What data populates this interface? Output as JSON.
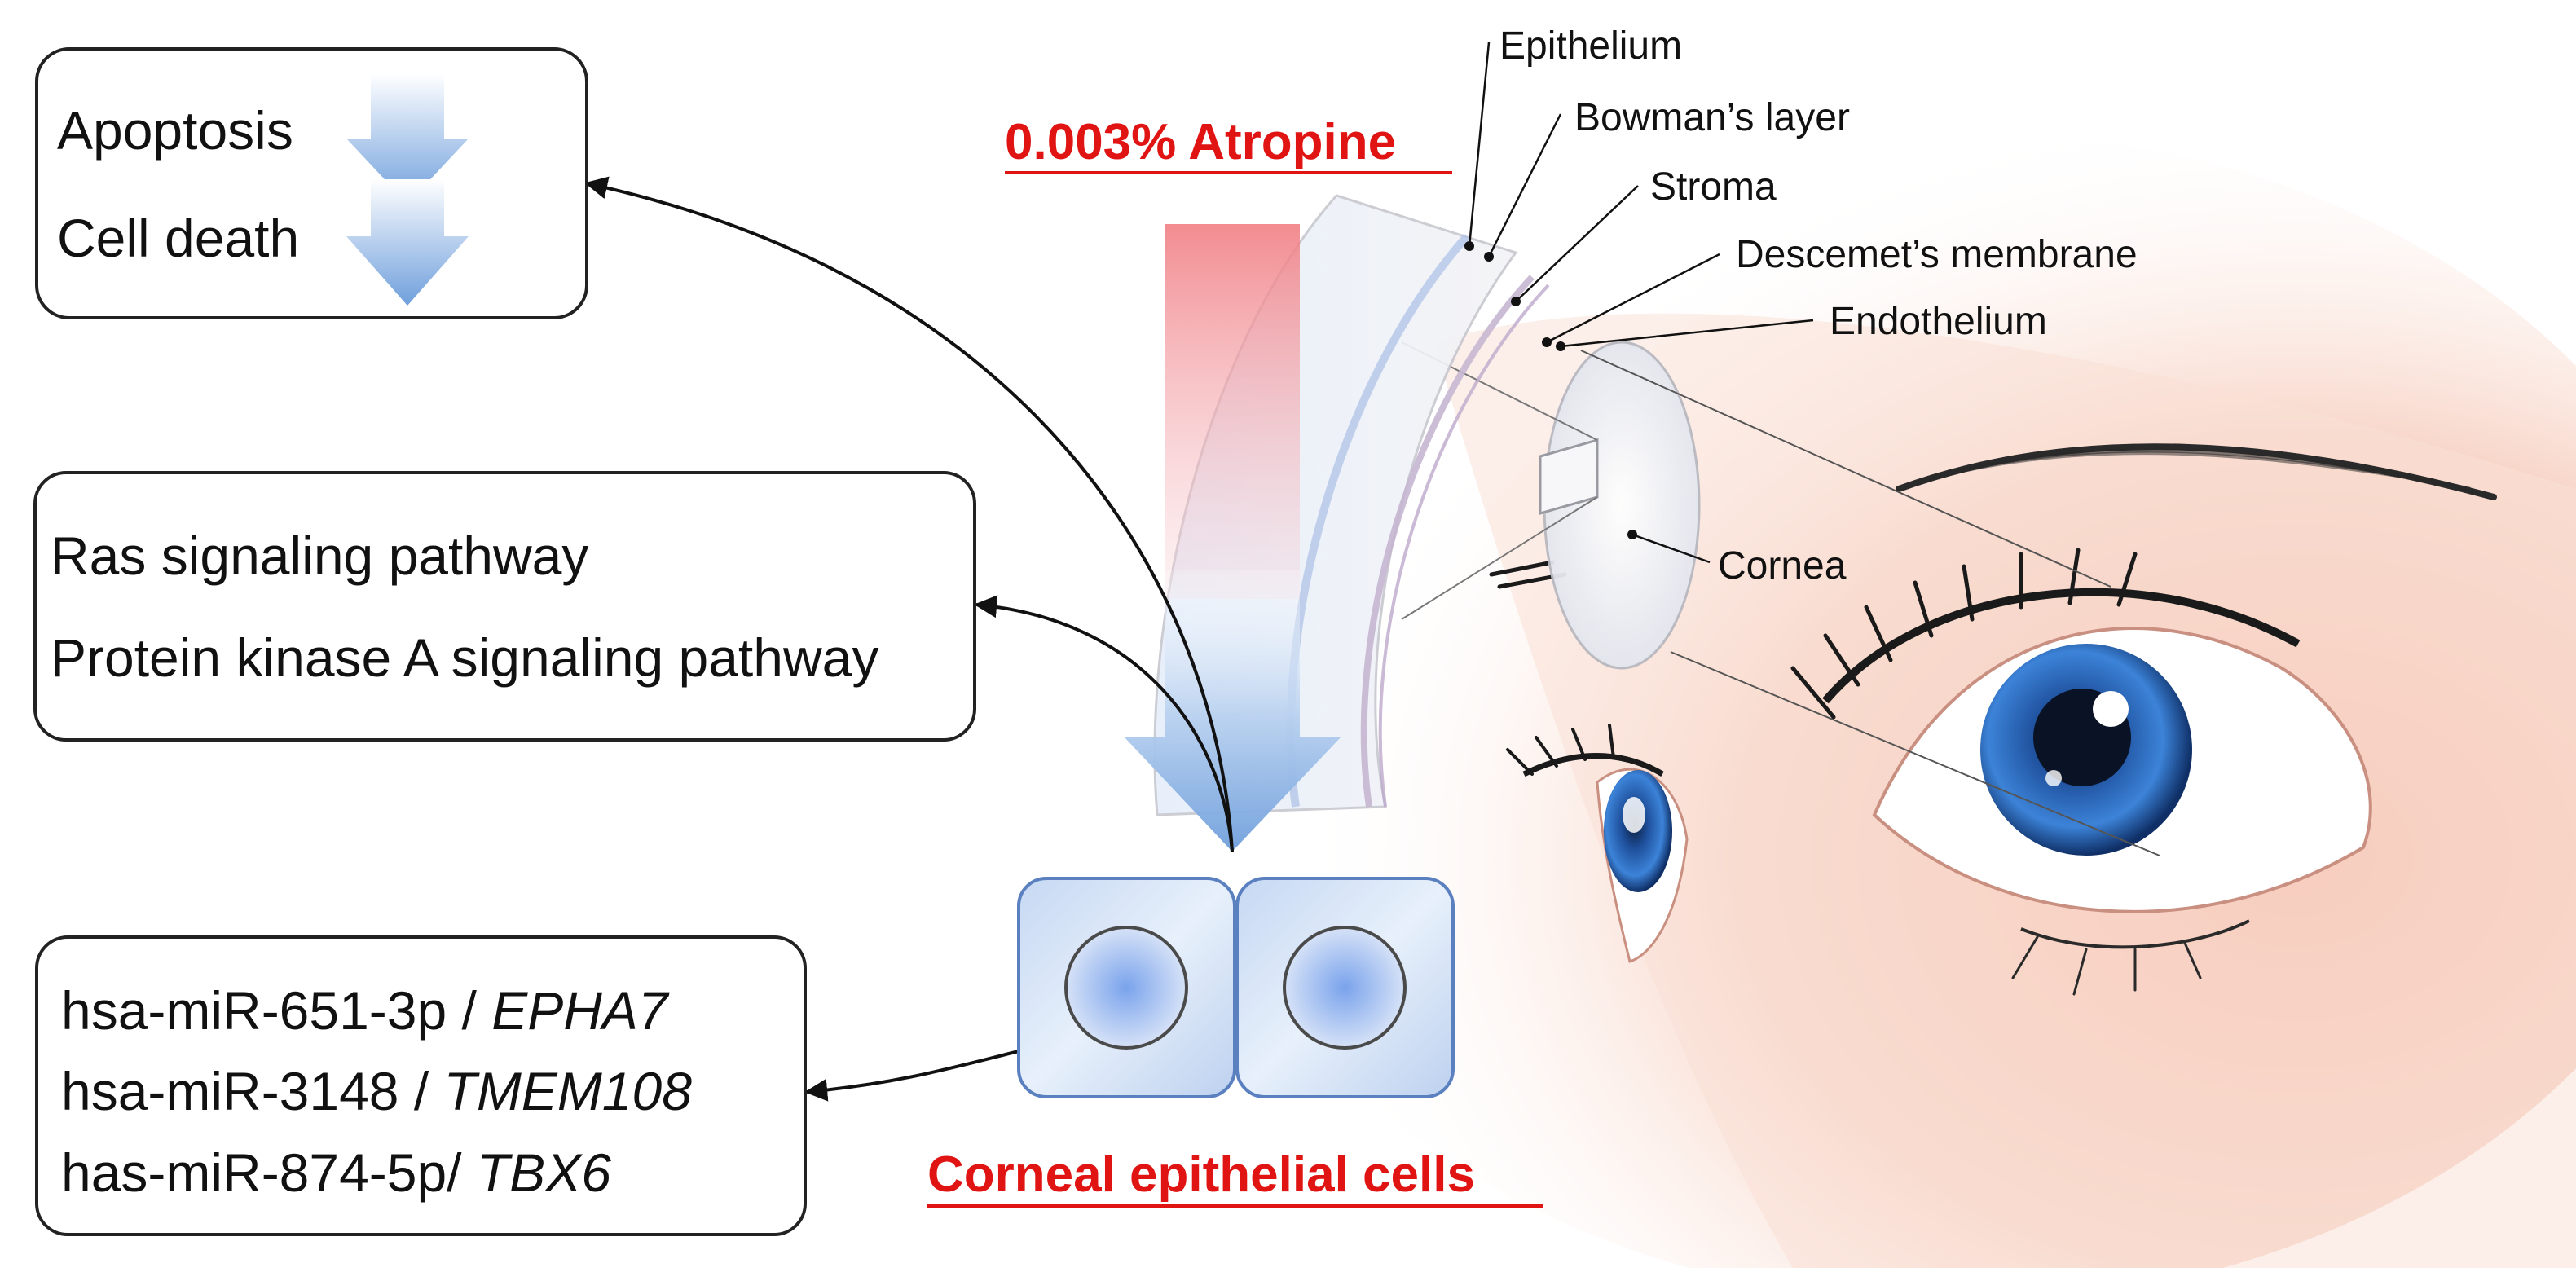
{
  "title": "0.003% Atropine",
  "cells_label": "Corneal epithelial cells",
  "effects_box": {
    "items": [
      "Apoptosis",
      "Cell death"
    ]
  },
  "pathway_box": {
    "items": [
      "Ras signaling pathway",
      "Protein kinase A signaling pathway"
    ]
  },
  "mirna_box": {
    "rows": [
      {
        "mirna": "hsa-miR-651-3p / ",
        "gene": "EPHA7"
      },
      {
        "mirna": "hsa-miR-3148 / ",
        "gene": "TMEM108"
      },
      {
        "mirna": "has-miR-874-5p/ ",
        "gene": "TBX6"
      }
    ]
  },
  "layers": [
    "Epithelium",
    "Bowman’s layer",
    "Stroma",
    "Descemet’s membrane",
    "Endothelium"
  ],
  "cornea_label": "Cornea",
  "colors": {
    "title_red": "#e11414",
    "arrow_blue": "#7aa6e0",
    "drop_red": "#f07f84",
    "iris_blue": "#2f6fc0",
    "skin": "#f6cdbf"
  }
}
